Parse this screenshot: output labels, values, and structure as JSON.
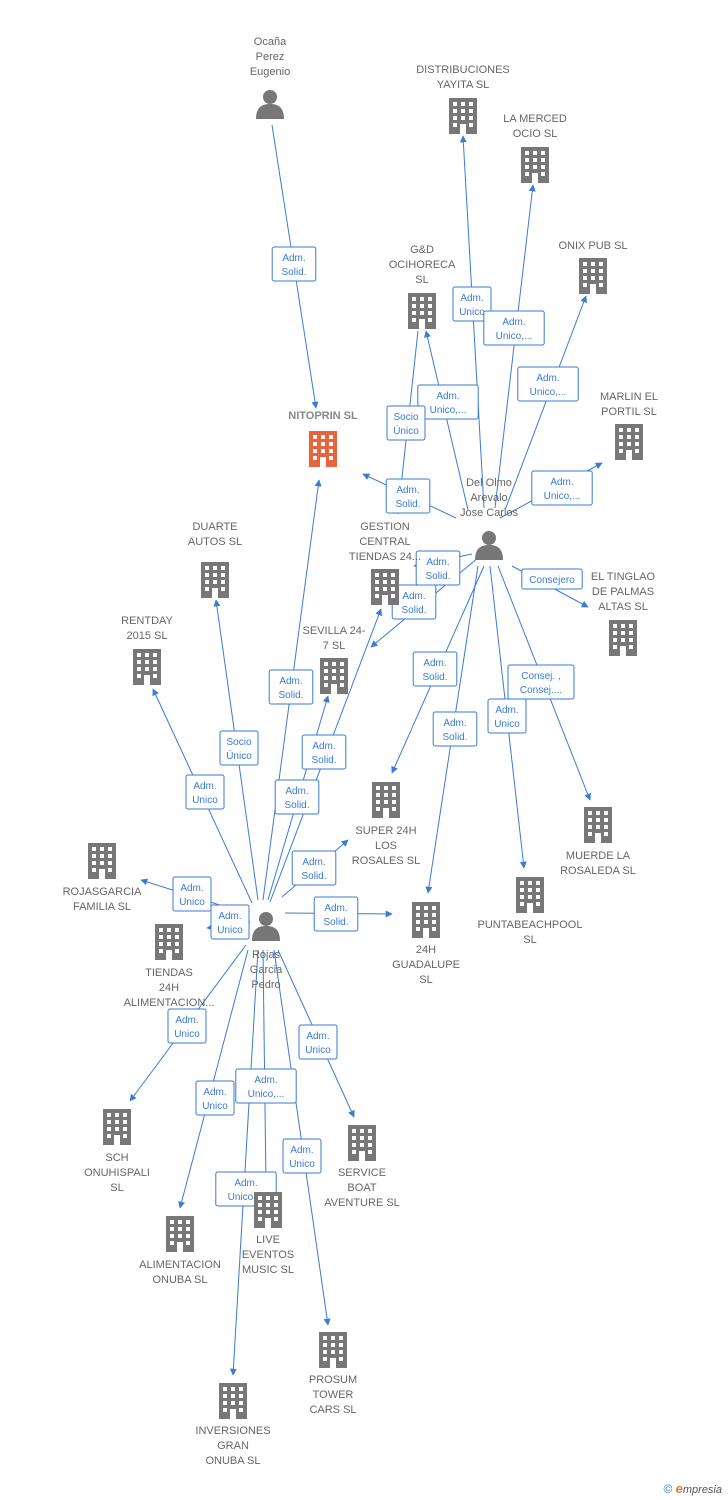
{
  "colors": {
    "edge": "#3a7bd5",
    "node": "#777777",
    "focus": "#e8643c"
  },
  "nodes": [
    {
      "id": "ocana",
      "kind": "person",
      "lines": [
        "Ocaña",
        "Perez",
        "Eugenio"
      ]
    },
    {
      "id": "distribuciones",
      "kind": "company",
      "lines": [
        "DISTRIBUCIONES",
        "YAYITA  SL"
      ]
    },
    {
      "id": "lamerced",
      "kind": "company",
      "lines": [
        "LA MERCED",
        "OCIO  SL"
      ]
    },
    {
      "id": "gd",
      "kind": "company",
      "lines": [
        "G&D",
        "OCIHORECA",
        "SL"
      ]
    },
    {
      "id": "onix",
      "kind": "company",
      "lines": [
        "ONIX PUB  SL"
      ]
    },
    {
      "id": "nitoprin",
      "kind": "focus",
      "lines": [
        "NITOPRIN  SL"
      ]
    },
    {
      "id": "marlin",
      "kind": "company",
      "lines": [
        "MARLIN EL",
        "PORTIL  SL"
      ]
    },
    {
      "id": "delolmo",
      "kind": "person",
      "lines": [
        "Del Olmo",
        "Arevalo",
        "Jose Carlos"
      ]
    },
    {
      "id": "gestion",
      "kind": "company",
      "lines": [
        "GESTION",
        "CENTRAL",
        "TIENDAS 24..."
      ]
    },
    {
      "id": "duarte",
      "kind": "company",
      "lines": [
        "DUARTE",
        "AUTOS  SL"
      ]
    },
    {
      "id": "eltinglao",
      "kind": "company",
      "lines": [
        "EL TINGLAO",
        "DE PALMAS",
        "ALTAS  SL"
      ]
    },
    {
      "id": "rentday",
      "kind": "company",
      "lines": [
        "RENTDAY",
        "2015  SL"
      ]
    },
    {
      "id": "sevilla",
      "kind": "company",
      "lines": [
        "SEVILLA 24-",
        "7  SL"
      ]
    },
    {
      "id": "super24h",
      "kind": "company",
      "lines": [
        "SUPER 24H",
        "LOS",
        "ROSALES  SL"
      ]
    },
    {
      "id": "muerde",
      "kind": "company",
      "lines": [
        "MUERDE LA",
        "ROSALEDA  SL"
      ]
    },
    {
      "id": "rojasgarcia",
      "kind": "company",
      "lines": [
        "ROJASGARCIA",
        "FAMILIA  SL"
      ]
    },
    {
      "id": "puntabeach",
      "kind": "company",
      "lines": [
        "PUNTABEACHPOOL",
        "SL"
      ]
    },
    {
      "id": "g24h",
      "kind": "company",
      "lines": [
        "24H",
        "GUADALUPE",
        "SL"
      ]
    },
    {
      "id": "tiendas24h",
      "kind": "company",
      "lines": [
        "TIENDAS",
        "24H",
        "ALIMENTACION..."
      ]
    },
    {
      "id": "rojas",
      "kind": "person",
      "lines": [
        "Rojas",
        "Garcia",
        "Pedro"
      ]
    },
    {
      "id": "sch",
      "kind": "company",
      "lines": [
        "SCH",
        "ONUHISPALI",
        "SL"
      ]
    },
    {
      "id": "service",
      "kind": "company",
      "lines": [
        "SERVICE",
        "BOAT",
        "AVENTURE  SL"
      ]
    },
    {
      "id": "alimentacion",
      "kind": "company",
      "lines": [
        "ALIMENTACION",
        "ONUBA  SL"
      ]
    },
    {
      "id": "live",
      "kind": "company",
      "lines": [
        "LIVE",
        "EVENTOS",
        "MUSIC  SL"
      ]
    },
    {
      "id": "prosum",
      "kind": "company",
      "lines": [
        "PROSUM",
        "TOWER",
        "CARS  SL"
      ]
    },
    {
      "id": "inversiones",
      "kind": "company",
      "lines": [
        "INVERSIONES",
        "GRAN",
        "ONUBA  SL"
      ]
    }
  ],
  "edges": [
    {
      "id": "e-ocana-nitoprin",
      "lines": [
        "Adm.",
        "Solid."
      ]
    },
    {
      "id": "e-delolmo-distribuciones",
      "lines": [
        "Adm.",
        "Unico"
      ]
    },
    {
      "id": "e-delolmo-lamerced",
      "lines": [
        "Adm.",
        "Unico,..."
      ]
    },
    {
      "id": "e-delolmo-onix",
      "lines": [
        "Adm.",
        "Unico,..."
      ]
    },
    {
      "id": "e-delolmo-gd",
      "lines": [
        "Adm.",
        "Unico,..."
      ]
    },
    {
      "id": "e-gd-gestion",
      "lines": [
        "Socio",
        "Único"
      ]
    },
    {
      "id": "e-delolmo-nitoprin",
      "lines": [
        "Adm.",
        "Solid."
      ]
    },
    {
      "id": "e-delolmo-marlin",
      "lines": [
        "Adm.",
        "Unico,..."
      ]
    },
    {
      "id": "e-delolmo-gestion",
      "lines": [
        "Adm.",
        "Solid."
      ]
    },
    {
      "id": "e-delolmo-sevilla",
      "lines": [
        "Adm.",
        "Solid."
      ]
    },
    {
      "id": "e-delolmo-eltinglao",
      "lines": [
        "Consejero"
      ]
    },
    {
      "id": "e-delolmo-super24h",
      "lines": [
        "Adm.",
        "Solid."
      ]
    },
    {
      "id": "e-delolmo-muerde",
      "lines": [
        "Consej. ,",
        "Consej...."
      ]
    },
    {
      "id": "e-delolmo-g24h",
      "lines": [
        "Adm.",
        "Solid."
      ]
    },
    {
      "id": "e-delolmo-puntabeach",
      "lines": [
        "Adm.",
        "Unico"
      ]
    },
    {
      "id": "e-rojas-nitoprin",
      "lines": [
        "Adm.",
        "Solid."
      ]
    },
    {
      "id": "e-rojas-duarte",
      "lines": [
        "Socio",
        "Único"
      ]
    },
    {
      "id": "e-rojas-rentday",
      "lines": [
        "Adm.",
        "Unico"
      ]
    },
    {
      "id": "e-rojas-sevilla",
      "lines": [
        "Adm.",
        "Solid."
      ]
    },
    {
      "id": "e-rojas-gestion",
      "lines": [
        "Adm.",
        "Solid."
      ]
    },
    {
      "id": "e-rojas-super24h",
      "lines": [
        "Adm.",
        "Solid."
      ]
    },
    {
      "id": "e-rojas-rojasgarcia",
      "lines": [
        "Adm.",
        "Unico"
      ]
    },
    {
      "id": "e-rojas-tiendas24h",
      "lines": [
        "Adm.",
        "Unico"
      ]
    },
    {
      "id": "e-rojas-g24h",
      "lines": [
        "Adm.",
        "Solid."
      ]
    },
    {
      "id": "e-rojas-sch",
      "lines": [
        "Adm.",
        "Unico"
      ]
    },
    {
      "id": "e-rojas-service",
      "lines": [
        "Adm.",
        "Unico"
      ]
    },
    {
      "id": "e-rojas-alimentacion",
      "lines": [
        "Adm.",
        "Unico"
      ]
    },
    {
      "id": "e-rojas-live",
      "lines": [
        "Adm.",
        "Unico,..."
      ]
    },
    {
      "id": "e-rojas-prosum",
      "lines": [
        "Adm.",
        "Unico"
      ]
    },
    {
      "id": "e-rojas-inversiones",
      "lines": [
        "Adm.",
        "Unico,..."
      ]
    }
  ],
  "footer": {
    "copyright": "©",
    "brand_initial": "e",
    "brand_rest": "mpresia"
  }
}
